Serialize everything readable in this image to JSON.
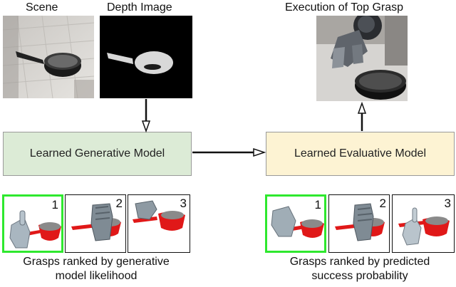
{
  "scene": {
    "label": "Scene"
  },
  "depth": {
    "label": "Depth Image"
  },
  "execution": {
    "label": "Execution of Top Grasp"
  },
  "generative": {
    "label": "Learned Generative Model"
  },
  "evaluative": {
    "label": "Learned Evaluative Model"
  },
  "left_grasps": {
    "caption_line1": "Grasps ranked by generative",
    "caption_line2": "model likelihood",
    "ranks": [
      "1",
      "2",
      "3"
    ]
  },
  "right_grasps": {
    "caption_line1": "Grasps ranked by predicted",
    "caption_line2": "success probability",
    "ranks": [
      "1",
      "2",
      "3"
    ]
  },
  "colors": {
    "generative_fill": "#dcebd6",
    "evaluative_fill": "#fdf3d3",
    "highlight": "#2ee82e",
    "pan_red": "#e01818"
  }
}
